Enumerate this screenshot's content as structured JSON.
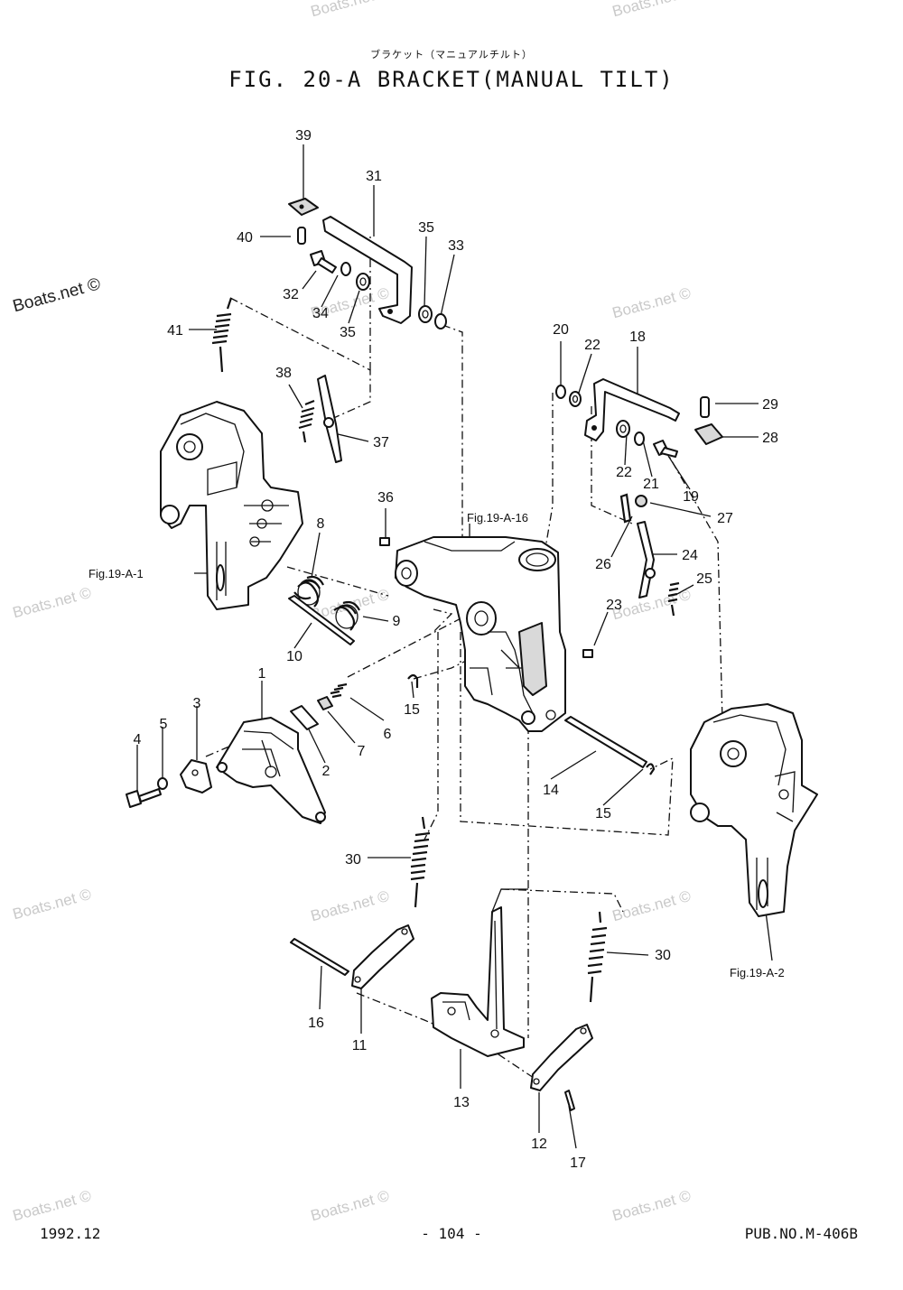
{
  "header": {
    "title_jp": "ブラケット（マニュアルチルト）",
    "title": "FIG. 20-A BRACKET(MANUAL TILT)"
  },
  "footer": {
    "date": "1992.12",
    "page": "- 104 -",
    "pub": "PUB.NO.M-406B"
  },
  "watermark": {
    "text": "Boats.net ©"
  },
  "references": {
    "left_clamp": "Fig.19-A-1",
    "center_bracket": "Fig.19-A-16",
    "right_clamp": "Fig.19-A-2"
  },
  "callouts": {
    "c1": "1",
    "c2": "2",
    "c3": "3",
    "c4": "4",
    "c5": "5",
    "c6": "6",
    "c7": "7",
    "c8": "8",
    "c9": "9",
    "c10": "10",
    "c11": "11",
    "c12": "12",
    "c13": "13",
    "c14": "14",
    "c15a": "15",
    "c15b": "15",
    "c16": "16",
    "c17": "17",
    "c18": "18",
    "c19": "19",
    "c20": "20",
    "c21": "21",
    "c22a": "22",
    "c22b": "22",
    "c23": "23",
    "c24": "24",
    "c25": "25",
    "c26": "26",
    "c27": "27",
    "c28": "28",
    "c29": "29",
    "c30a": "30",
    "c30b": "30",
    "c31": "31",
    "c32": "32",
    "c33": "33",
    "c34": "34",
    "c35a": "35",
    "c35b": "35",
    "c36": "36",
    "c37": "37",
    "c38": "38",
    "c39": "39",
    "c40": "40",
    "c41": "41"
  }
}
